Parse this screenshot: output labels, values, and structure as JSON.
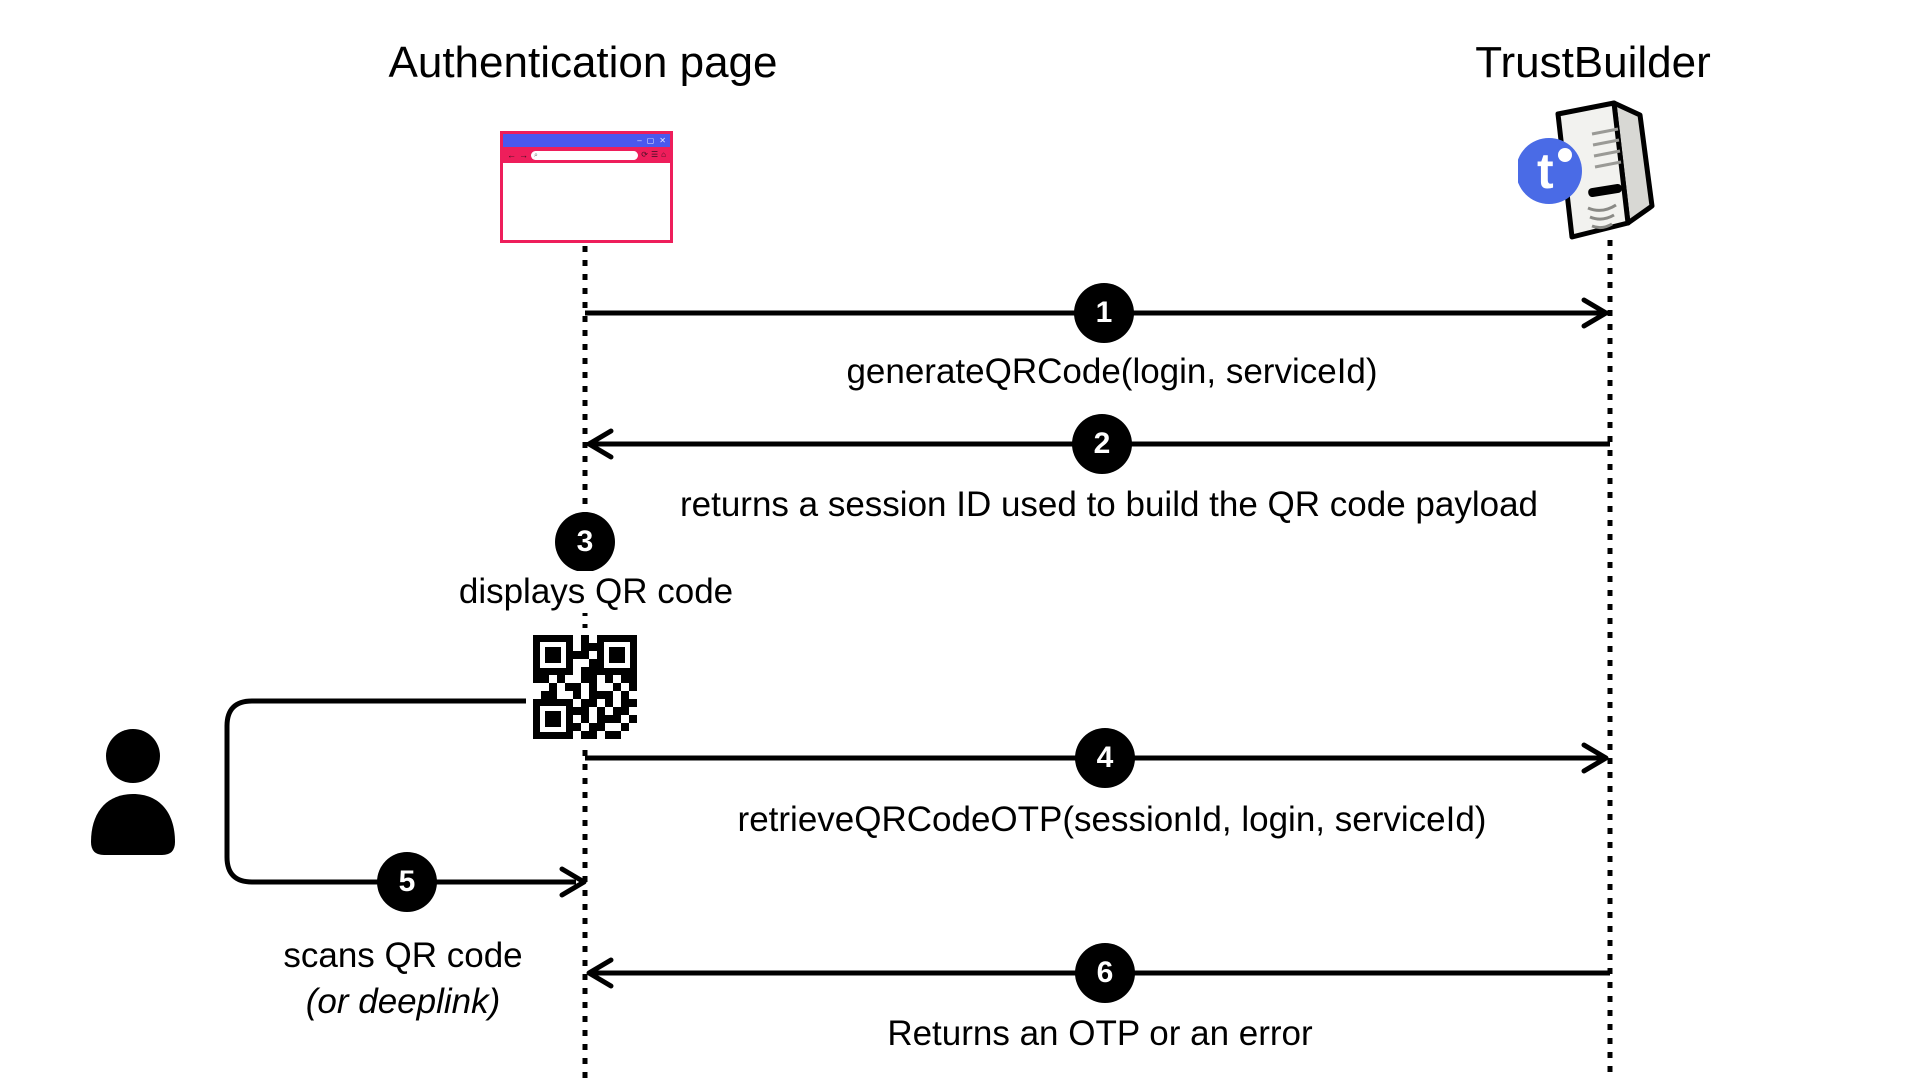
{
  "participants": [
    {
      "name": "Authentication page",
      "icon": "browser-window-icon"
    },
    {
      "name": "TrustBuilder",
      "icon": "trustbuilder-server-icon",
      "logo_letter": "t"
    }
  ],
  "steps": [
    {
      "num": "1",
      "label": "generateQRCode(login, serviceId)",
      "direction": "to-trustbuilder"
    },
    {
      "num": "2",
      "label": "returns a session ID used to build the QR code payload",
      "direction": "to-authentication-page"
    },
    {
      "num": "3",
      "label": "displays QR code",
      "direction": "self"
    },
    {
      "num": "4",
      "label": "retrieveQRCodeOTP(sessionId, login, serviceId)",
      "direction": "to-trustbuilder"
    },
    {
      "num": "5",
      "label": "scans QR code",
      "sublabel": "(or deeplink)",
      "direction": "user-to-authentication-page"
    },
    {
      "num": "6",
      "label": "Returns an OTP or an error",
      "direction": "to-authentication-page"
    }
  ],
  "browser_chrome": {
    "minimize": "–",
    "maximize": "▢",
    "close": "✕",
    "back": "←",
    "forward": "→",
    "search_glyph": "⌕",
    "refresh": "⟳",
    "menu": "☰",
    "home": "⌂"
  },
  "colors": {
    "browser_blue": "#4a58ee",
    "browser_pink": "#ee1e5b",
    "badge_blue": "#4a6be6",
    "line_black": "#000000",
    "server_front": "#f2f2ef",
    "server_side": "#d8d8d4"
  },
  "qr_matrix": [
    "0000001000000",
    "0000001100000",
    "0000011000000",
    "0000000100000",
    "0000001100000",
    "1101001101011",
    "0010110100101",
    "0110010111010",
    "0000001101011",
    "0000011010110",
    "0000001011101",
    "0000010110010",
    "0000001101100"
  ]
}
